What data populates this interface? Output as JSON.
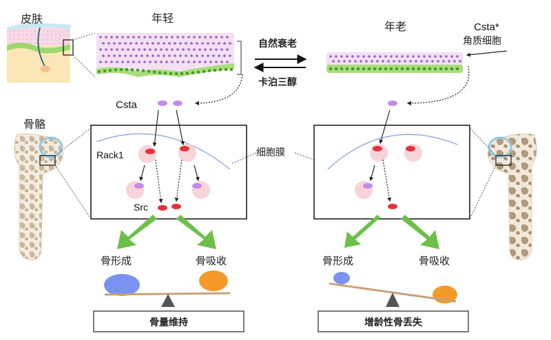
{
  "labels": {
    "skin": "皮肤",
    "bone": "骨骼",
    "young": "年轻",
    "old": "年老",
    "csta": "Csta",
    "csta_star": "Csta*",
    "keratinocyte": "角质细胞",
    "natural_aging": "自然衰老",
    "calcipotriol": "卡泊三醇",
    "rack1": "Rack1",
    "src": "Src",
    "cell_membrane": "细胞膜",
    "bone_formation_left": "骨形成",
    "bone_resorption_left": "骨吸收",
    "bone_formation_right": "骨形成",
    "bone_resorption_right": "骨吸收",
    "bone_maintenance": "骨量维持",
    "age_bone_loss": "增龄性骨丢失"
  },
  "colors": {
    "natural_aging": "#e8202a",
    "calcipotriol": "#2f3fd8",
    "bone_maintenance": "#4a55e0",
    "age_bone_loss": "#e8202a",
    "arrow_green": "#6cc04a",
    "formation_blue": "#7b93f0",
    "resorption_orange": "#f39a2a",
    "csta_purple": "#c48ae8",
    "src_red": "#e8303a"
  }
}
